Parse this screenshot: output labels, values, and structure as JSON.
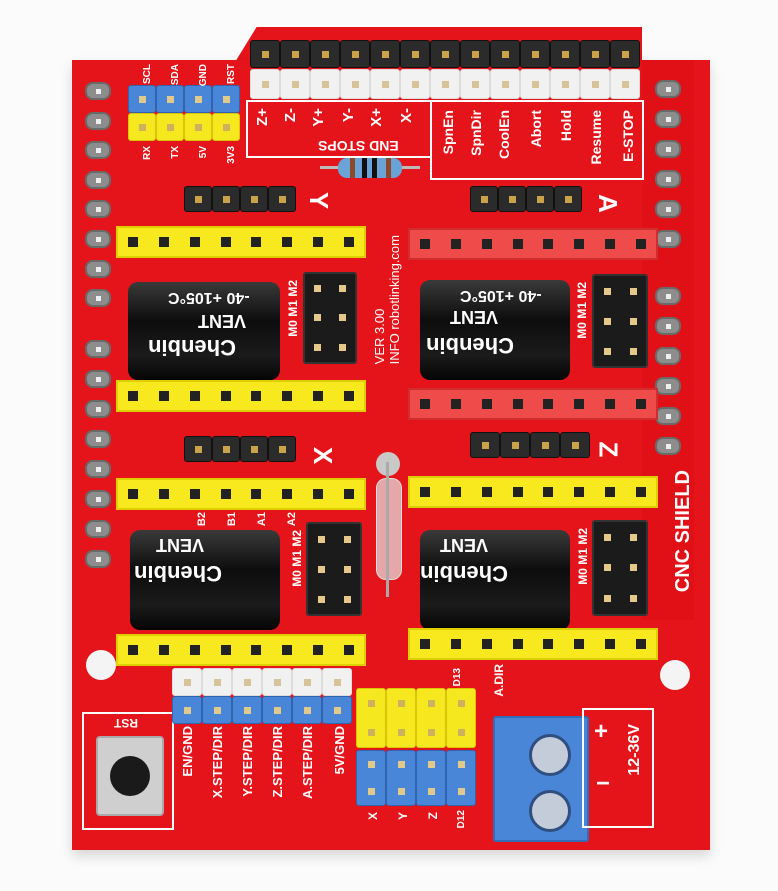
{
  "board": {
    "title": "CNC SHIELD",
    "version": "VER 3.00",
    "info": "INFO robotlinking.com",
    "colors": {
      "pcb": "#e4141a",
      "silkscreen": "#ffffff",
      "header_yellow": "#f6e81f",
      "header_blue": "#4a86d8",
      "header_red": "#ef4b4b",
      "header_black": "#2b2b2b",
      "terminal_blue": "#4a86d8"
    }
  },
  "i2c_header": {
    "top_labels": [
      "SCL",
      "SDA",
      "GND",
      "RST"
    ],
    "bottom_labels": [
      "RX",
      "TX",
      "5V",
      "3V3"
    ]
  },
  "end_stops": {
    "labels": [
      "Z+",
      "Z-",
      "Y+",
      "Y-",
      "X+",
      "X-"
    ],
    "caption": "END STOPS"
  },
  "control_pins": {
    "labels": [
      "SpnEn",
      "SpnDir",
      "CoolEn",
      "Abort",
      "Hold",
      "Resume",
      "E-STOP"
    ]
  },
  "drivers": [
    {
      "axis": "Y",
      "jumpers": [
        "M0",
        "M1",
        "M2"
      ],
      "capacitor": {
        "brand": "Chenbin",
        "text1": "VENT",
        "text2": "-40 +105°C"
      }
    },
    {
      "axis": "A",
      "jumpers": [
        "M0",
        "M1",
        "M2"
      ],
      "capacitor": {
        "brand": "Chenbin",
        "text1": "VENT",
        "text2": "-40 +105°C"
      }
    },
    {
      "axis": "X",
      "jumpers": [
        "M0",
        "M1",
        "M2"
      ],
      "pins": [
        "B2",
        "B1",
        "A1",
        "A2"
      ],
      "capacitor": {
        "brand": "Chenbin",
        "text1": "VENT",
        "text2": ""
      }
    },
    {
      "axis": "Z",
      "jumpers": [
        "M0",
        "M1",
        "M2"
      ],
      "capacitor": {
        "brand": "Chenbin",
        "text1": "VENT",
        "text2": ""
      }
    }
  ],
  "reset_button": {
    "label": "RST"
  },
  "bottom_header": {
    "labels": [
      "EN/GND",
      "X.STEP/DIR",
      "Y.STEP/DIR",
      "Z.STEP/DIR",
      "A.STEP/DIR",
      "5V/GND"
    ]
  },
  "clone_header": {
    "top_label": "D13",
    "bottom_labels": [
      "X",
      "Y",
      "Z",
      "D12"
    ],
    "side_label": "A.DIR"
  },
  "power": {
    "plus": "+",
    "minus": "−",
    "voltage": "12-36V"
  }
}
